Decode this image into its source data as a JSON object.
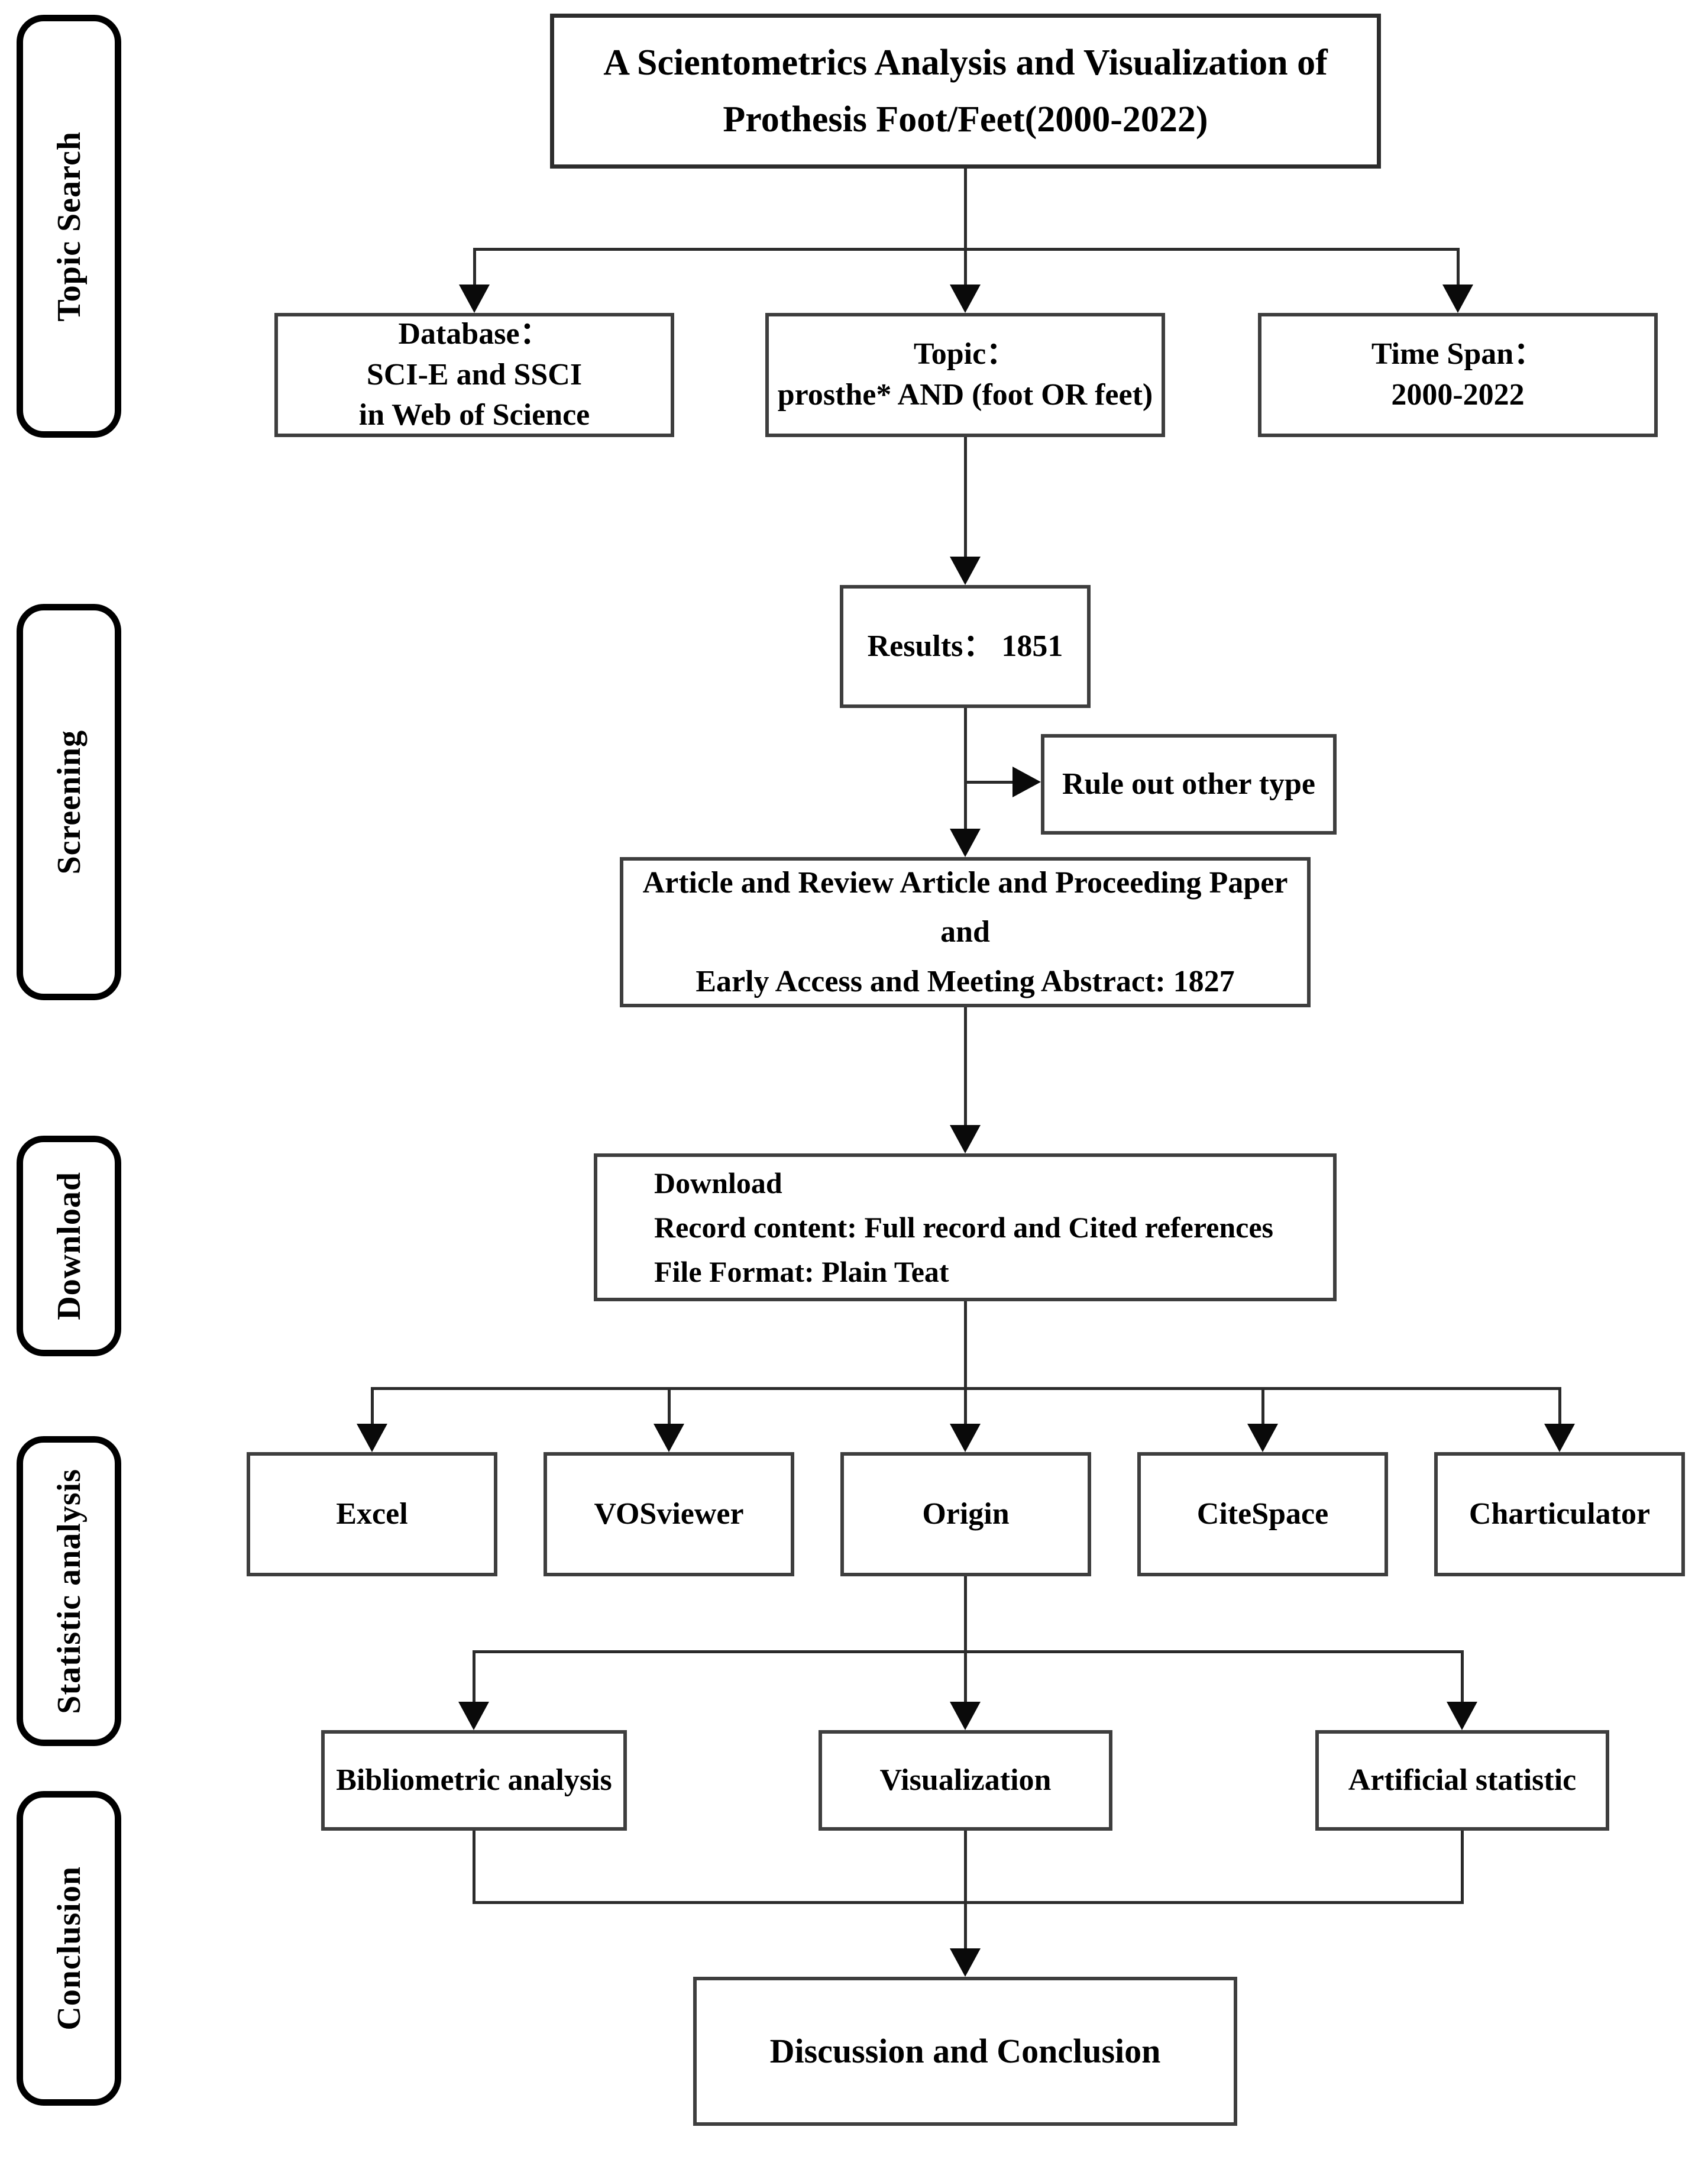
{
  "figure": {
    "type": "flowchart",
    "background": "#ffffff"
  },
  "sidebar_labels": {
    "topic_search": "Topic Search",
    "screening": "Screening",
    "download": "Download",
    "statistic_analysis": "Statistic analysis",
    "conclusion": "Conclusion"
  },
  "flow": {
    "title": {
      "line1": "A Scientometrics Analysis and Visualization of",
      "line2": "Prothesis Foot/Feet(2000-2022)"
    },
    "database": {
      "line1": "Database：",
      "line2": "SCI-E and SSCI",
      "line3": "in Web of Science"
    },
    "topic": {
      "line1": "Topic：",
      "line2": "prosthe* AND (foot OR feet)"
    },
    "time_span": {
      "line1": "Time Span：",
      "line2": "2000-2022"
    },
    "results": "Results：  1851",
    "rule_out": "Rule out other type",
    "doc_types": {
      "line1": "Article and Review Article and Proceeding Paper and",
      "line2": "Early Access and Meeting Abstract: 1827"
    },
    "download": {
      "line1": "Download",
      "line2": "Record content: Full record and Cited references",
      "line3": "File Format: Plain Teat"
    },
    "tools": [
      "Excel",
      "VOSviewer",
      "Origin",
      "CiteSpace",
      "Charticulator"
    ],
    "analysis": [
      "Bibliometric analysis",
      "Visualization",
      "Artificial statistic"
    ],
    "discussion": "Discussion and Conclusion"
  },
  "colors": {
    "box_border": "#3e3e3e",
    "label_border": "#000000",
    "connector": "#2b2b2b",
    "text": "#000000",
    "background": "#ffffff"
  }
}
